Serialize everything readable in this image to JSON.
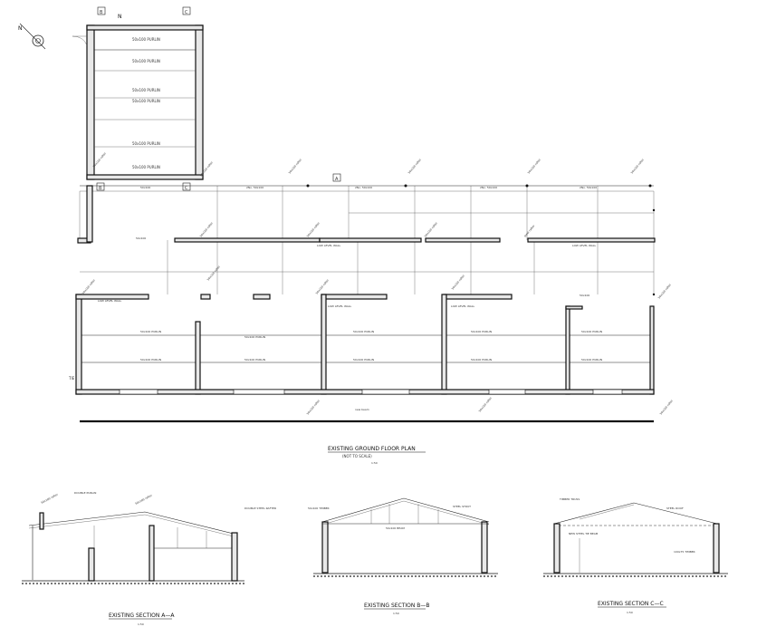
{
  "titles": {
    "plan_title": "EXISTING GROUND FLOOR PLAN",
    "plan_subtitle": "(NOT TO SCALE)",
    "plan_scale": "1:50",
    "section_aa_title": "EXISTING SECTION A—A",
    "section_aa_scale": "1:50",
    "section_bb_title": "EXISTING SECTION B—B",
    "section_bb_scale": "1:50",
    "section_cc_title": "EXISTING SECTION C—C",
    "section_cc_scale": "1:50"
  },
  "section_markers": {
    "a": "A",
    "b": "B",
    "c": "C",
    "b_top": "B",
    "c_top": "C"
  },
  "north_label": "N",
  "plan_labels": {
    "purlin_upper": [
      "50x100 PURLIN",
      "50x100 PURLIN",
      "50x100 PURLIN",
      "50x100 PURLIN",
      "50x100 PURLIN",
      "50x100 PURLIN"
    ],
    "timber_row_top": [
      "50x100",
      "2No. 50x100",
      "2No. 50x100",
      "2No. 50x100",
      "2No. 50x100"
    ],
    "low_level_wall": "LOW LEVEL WALL",
    "purlin_bay": "50x100 PURLIN",
    "stud": "50x100",
    "rafter": "50x100 rafter",
    "rafter_note": "steel rafter",
    "base_note": "new beam",
    "end_label": "TIE"
  },
  "section_labels": {
    "aa_notes": [
      "DOUBLE PURLIN",
      "50x100 rafter",
      "50x100 rafter",
      "DOUBLE STEEL RAFTER"
    ],
    "bb_notes": [
      "50x100 TIMBER",
      "50x100 BEAM",
      "STEEL STRUT"
    ],
    "cc_notes": [
      "TIMBER TRUSS",
      "STEEL ROOF",
      "NEW STEEL TIE BEAM",
      "100x75 TIMBER"
    ]
  }
}
